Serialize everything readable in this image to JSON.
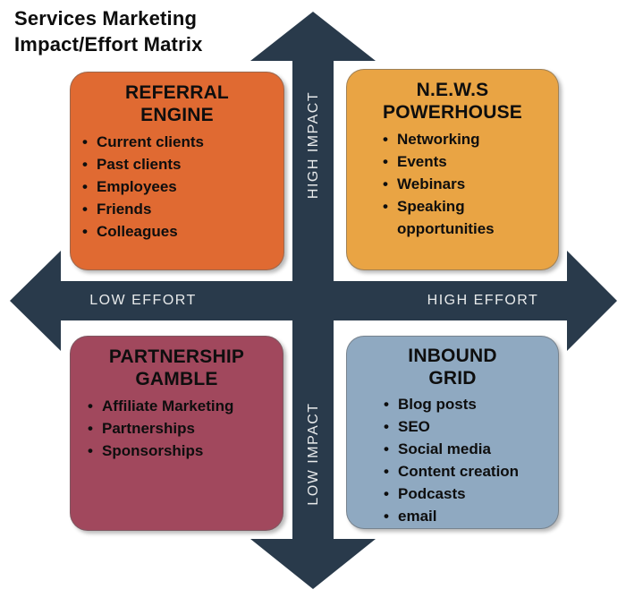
{
  "title": "Services Marketing\nImpact/Effort Matrix",
  "axes": {
    "top": "HIGH IMPACT",
    "bottom": "LOW IMPACT",
    "left": "LOW EFFORT",
    "right": "HIGH EFFORT"
  },
  "colors": {
    "arrow": "#293A4B",
    "axis_label": "#E8EAEB",
    "quadrant_tl": "#E06A32",
    "quadrant_tr": "#E9A444",
    "quadrant_bl": "#A1485D",
    "quadrant_br": "#8FA9C1",
    "heading_text": "#0E0E0E",
    "background": "#FFFFFF"
  },
  "quadrants": [
    {
      "position": "top-left",
      "title": "REFERRAL\nENGINE",
      "items": [
        "Current clients",
        "Past clients",
        "Employees",
        "Friends",
        "Colleagues"
      ]
    },
    {
      "position": "top-right",
      "title": "N.E.W.S\nPOWERHOUSE",
      "items": [
        "Networking",
        "Events",
        "Webinars",
        "Speaking\nopportunities"
      ]
    },
    {
      "position": "bottom-left",
      "title": "PARTNERSHIP\nGAMBLE",
      "items": [
        "Affiliate Marketing",
        "Partnerships",
        "Sponsorships"
      ]
    },
    {
      "position": "bottom-right",
      "title": "INBOUND\nGRID",
      "items": [
        "Blog posts",
        "SEO",
        "Social media",
        "Content creation",
        "Podcasts",
        "email"
      ]
    }
  ]
}
